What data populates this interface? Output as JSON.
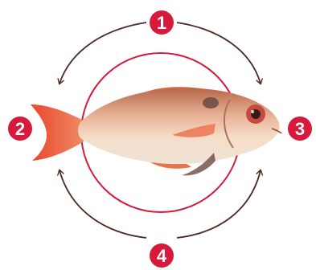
{
  "diagram": {
    "steps": [
      {
        "number": "1",
        "position": "top"
      },
      {
        "number": "2",
        "position": "left"
      },
      {
        "number": "3",
        "position": "right"
      },
      {
        "number": "4",
        "position": "bottom"
      }
    ]
  },
  "colors": {
    "badge": "#d7193b",
    "ring": "#d7193b",
    "arrows": "#4a2a22",
    "fish_body": "#f3d2b8",
    "fish_back": "#c87a5a",
    "fish_fins": "#e2502d"
  },
  "illustration": "red-bream-fish"
}
